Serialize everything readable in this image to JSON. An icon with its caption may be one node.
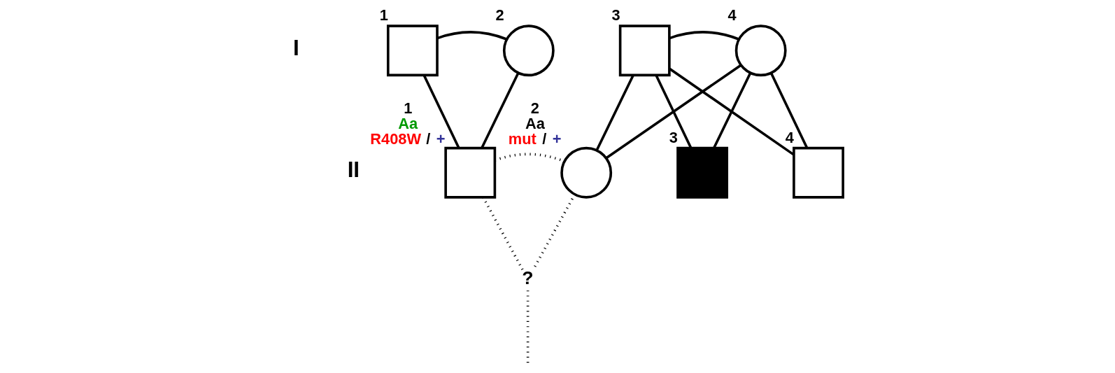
{
  "diagram": {
    "nodes": [
      {
        "text": [],
        "shape": "box",
        "beside": [
          "1"
        ]
      },
      {
        "text": [],
        "shape": "circle",
        "beside": [
          "2"
        ]
      },
      {
        "text": [],
        "shape": "box",
        "beside": [
          "3"
        ]
      },
      {
        "text": [],
        "shape": "circle",
        "beside": [
          "4"
        ]
      },
      {
        "text": [],
        "shape": "box",
        "beside": [
          "1",
          "Aa",
          "R408W / +"
        ]
      },
      {
        "text": [],
        "shape": "circle",
        "beside": [
          "2",
          "Aa",
          "mut / +"
        ]
      },
      {
        "text": [],
        "shape": "box",
        "beside": [
          "3"
        ]
      },
      {
        "text": [],
        "shape": "box",
        "beside": [
          "4"
        ]
      },
      {
        "text": [
          "?"
        ]
      }
    ],
    "edges": [
      {
        "from": 0,
        "to": 1,
        "arrow": "none"
      },
      {
        "from": 0,
        "to": 4,
        "arrow": "none"
      },
      {
        "from": 1,
        "to": 4,
        "arrow": "none"
      },
      {
        "from": 2,
        "to": 3,
        "arrow": "none"
      },
      {
        "from": 2,
        "to": 5,
        "arrow": "none"
      },
      {
        "from": 3,
        "to": 5,
        "arrow": "none"
      },
      {
        "from": 2,
        "to": 6,
        "arrow": "none"
      },
      {
        "from": 3,
        "to": 6,
        "arrow": "none"
      },
      {
        "from": 2,
        "to": 7,
        "arrow": "none"
      },
      {
        "from": 3,
        "to": 7,
        "arrow": "none"
      },
      {
        "from": 4,
        "to": 5,
        "arrow": "none",
        "style": "dashed"
      },
      {
        "from": 4,
        "to": 8,
        "arrow": "none",
        "style": "dashed"
      },
      {
        "from": 5,
        "to": 8,
        "arrow": "none",
        "style": "dashed"
      },
      {
        "from": 8,
        "to": null,
        "arrow": "none",
        "style": "dashed"
      }
    ],
    "labels": [
      "I",
      "II"
    ]
  }
}
